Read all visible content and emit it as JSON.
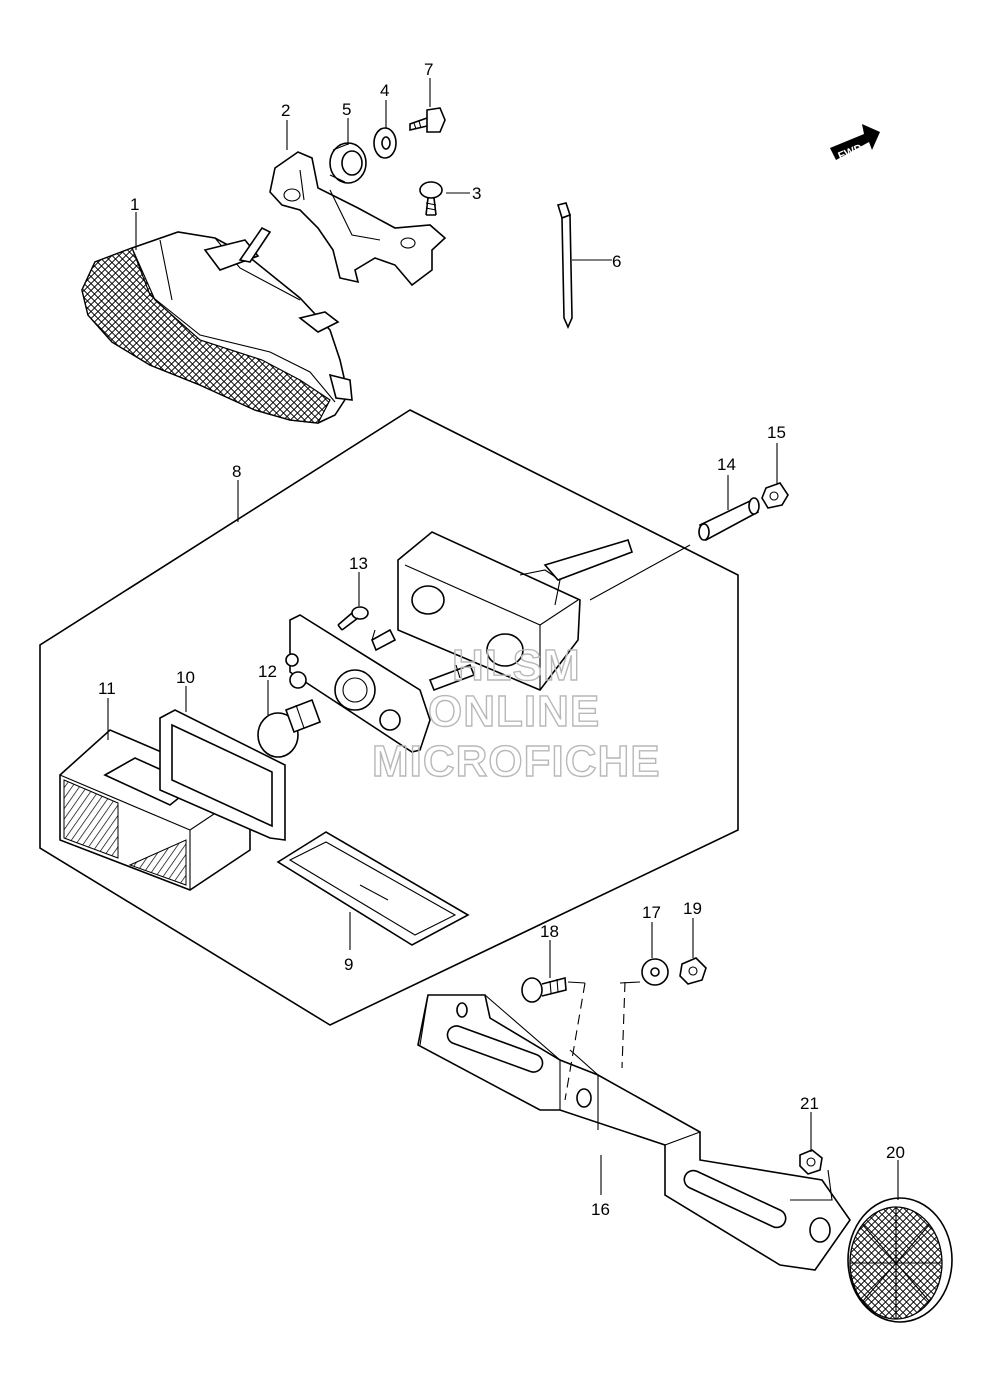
{
  "watermark": [
    "HLSM",
    "ONLINE",
    "MICROFICHE"
  ],
  "direction_badge": "FWD",
  "callouts": {
    "p1": "1",
    "p2": "2",
    "p3": "3",
    "p4": "4",
    "p5": "5",
    "p6": "6",
    "p7": "7",
    "p8": "8",
    "p9": "9",
    "p10": "10",
    "p11": "11",
    "p12": "12",
    "p13": "13",
    "p14": "14",
    "p15": "15",
    "p16": "16",
    "p17": "17",
    "p18": "18",
    "p19": "19",
    "p20": "20",
    "p21": "21"
  }
}
